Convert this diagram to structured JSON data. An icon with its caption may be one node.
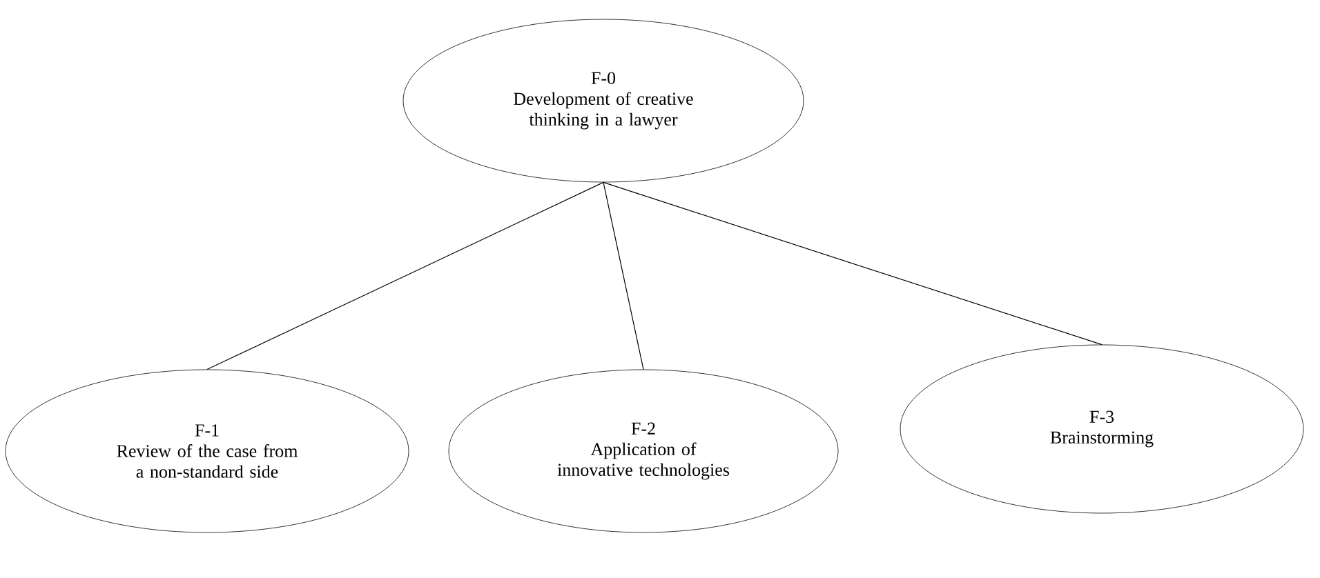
{
  "diagram": {
    "nodes": [
      {
        "text": [
          "F-0",
          "Development of creative thinking in a lawyer"
        ]
      },
      {
        "text": [
          "F-1",
          "Review of the case from a non-standard side"
        ]
      },
      {
        "text": [
          "F-2",
          "Application of innovative technologies"
        ]
      },
      {
        "text": [
          "F-3",
          "Brainstorming"
        ]
      }
    ],
    "edges": [
      {
        "from": 0,
        "to": 1,
        "arrow": "none"
      },
      {
        "from": 0,
        "to": 2,
        "arrow": "none"
      },
      {
        "from": 0,
        "to": 3,
        "arrow": "none"
      }
    ]
  }
}
